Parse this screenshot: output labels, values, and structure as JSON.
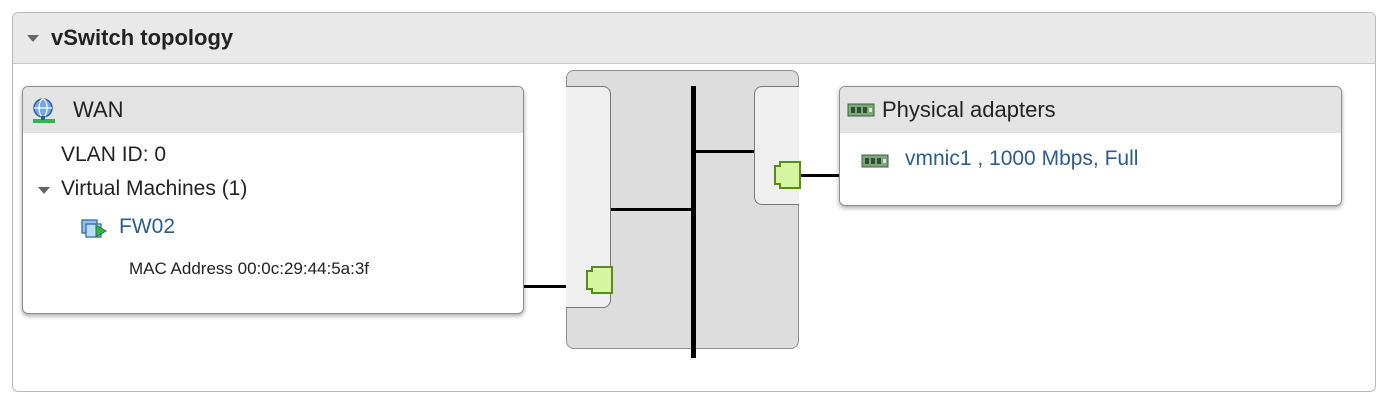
{
  "panel": {
    "title": "vSwitch topology",
    "collapse_icon": "caret-down-icon"
  },
  "port_group": {
    "name": "WAN",
    "icon": "globe-network-icon",
    "vlan_label": "VLAN ID: 0",
    "vms_label": "Virtual Machines (1)",
    "vms": [
      {
        "name": "FW02",
        "icon": "virtual-machine-icon",
        "mac": "MAC Address 00:0c:29:44:5a:3f"
      }
    ]
  },
  "physical_adapters": {
    "title": "Physical adapters",
    "icon": "network-card-icon",
    "adapters": [
      {
        "label": "vmnic1 , 1000 Mbps, Full",
        "icon": "network-card-icon"
      }
    ]
  },
  "colors": {
    "header_bg": "#e9e9e9",
    "card_head_bg": "#e3e3e3",
    "switch_bg": "#dddddd",
    "port_fill": "#d6f5a0",
    "port_stroke": "#5a8a1a",
    "link": "#2a5d8f"
  }
}
